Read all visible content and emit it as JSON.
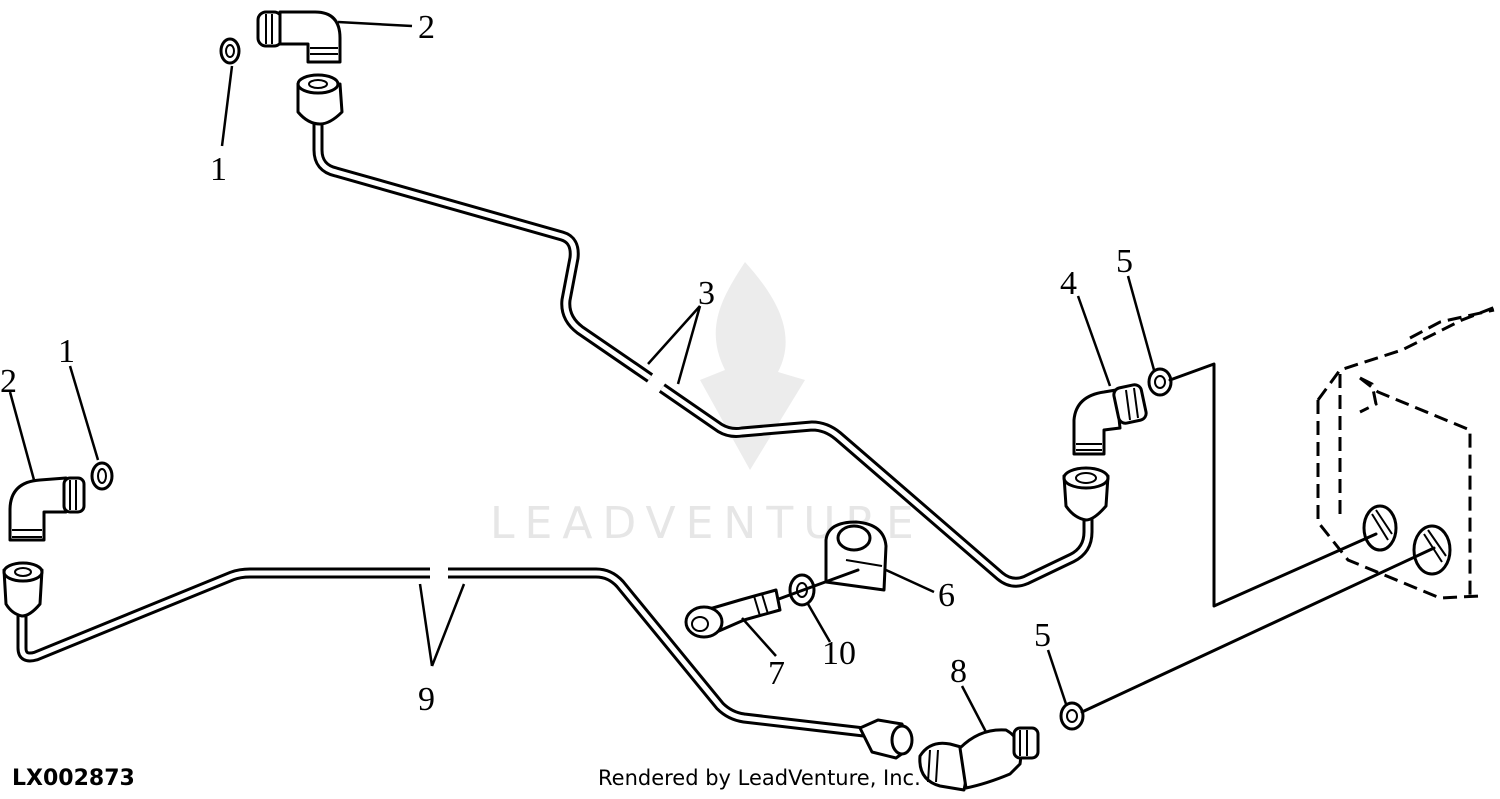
{
  "callouts": {
    "c1_top": "1",
    "c2_top": "2",
    "c3": "3",
    "c4": "4",
    "c5_upper": "5",
    "c1_left": "1",
    "c2_left": "2",
    "c6": "6",
    "c7": "7",
    "c8": "8",
    "c10": "10",
    "c5_lower": "5",
    "c9": "9"
  },
  "watermark": {
    "text": "LEADVENTURE"
  },
  "footer": {
    "reference_id": "LX002873",
    "credit": "Rendered by LeadVenture, Inc."
  }
}
